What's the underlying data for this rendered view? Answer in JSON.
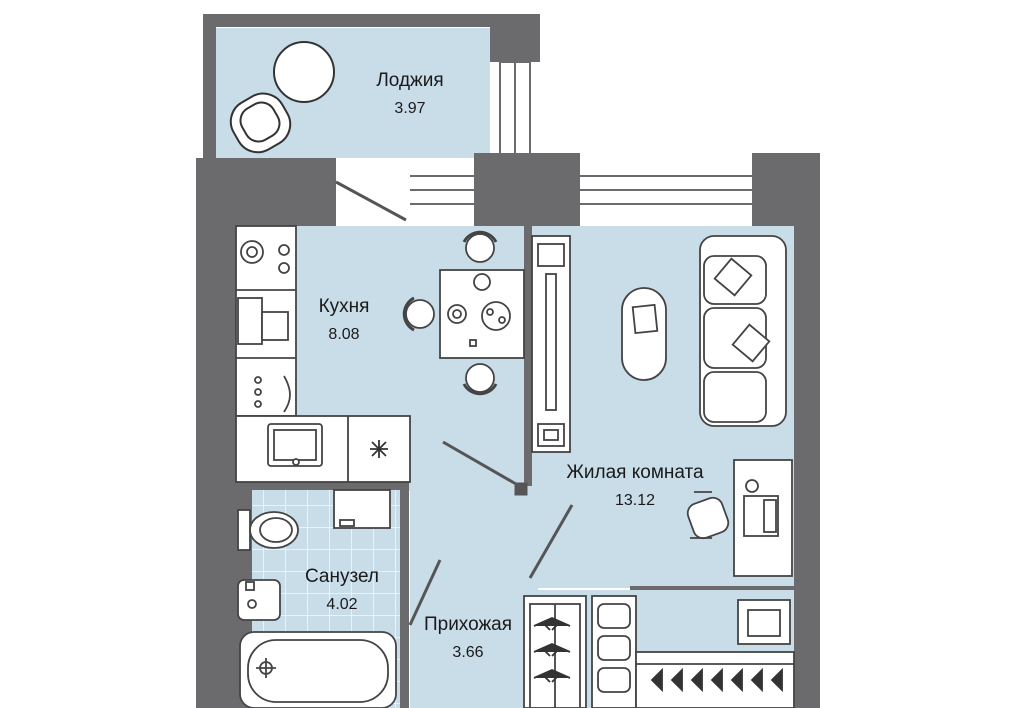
{
  "colors": {
    "wall": "#6b6b6d",
    "floor": "#c9dde9",
    "tile_grid": "#ffffff",
    "furniture_line": "#555555",
    "background": "#ffffff"
  },
  "rooms": {
    "loggia": {
      "name": "Лоджия",
      "area": "3.97"
    },
    "kitchen": {
      "name": "Кухня",
      "area": "8.08"
    },
    "living": {
      "name": "Жилая комната",
      "area": "13.12"
    },
    "bathroom": {
      "name": "Санузел",
      "area": "4.02"
    },
    "hallway": {
      "name": "Прихожая",
      "area": "3.66"
    }
  }
}
